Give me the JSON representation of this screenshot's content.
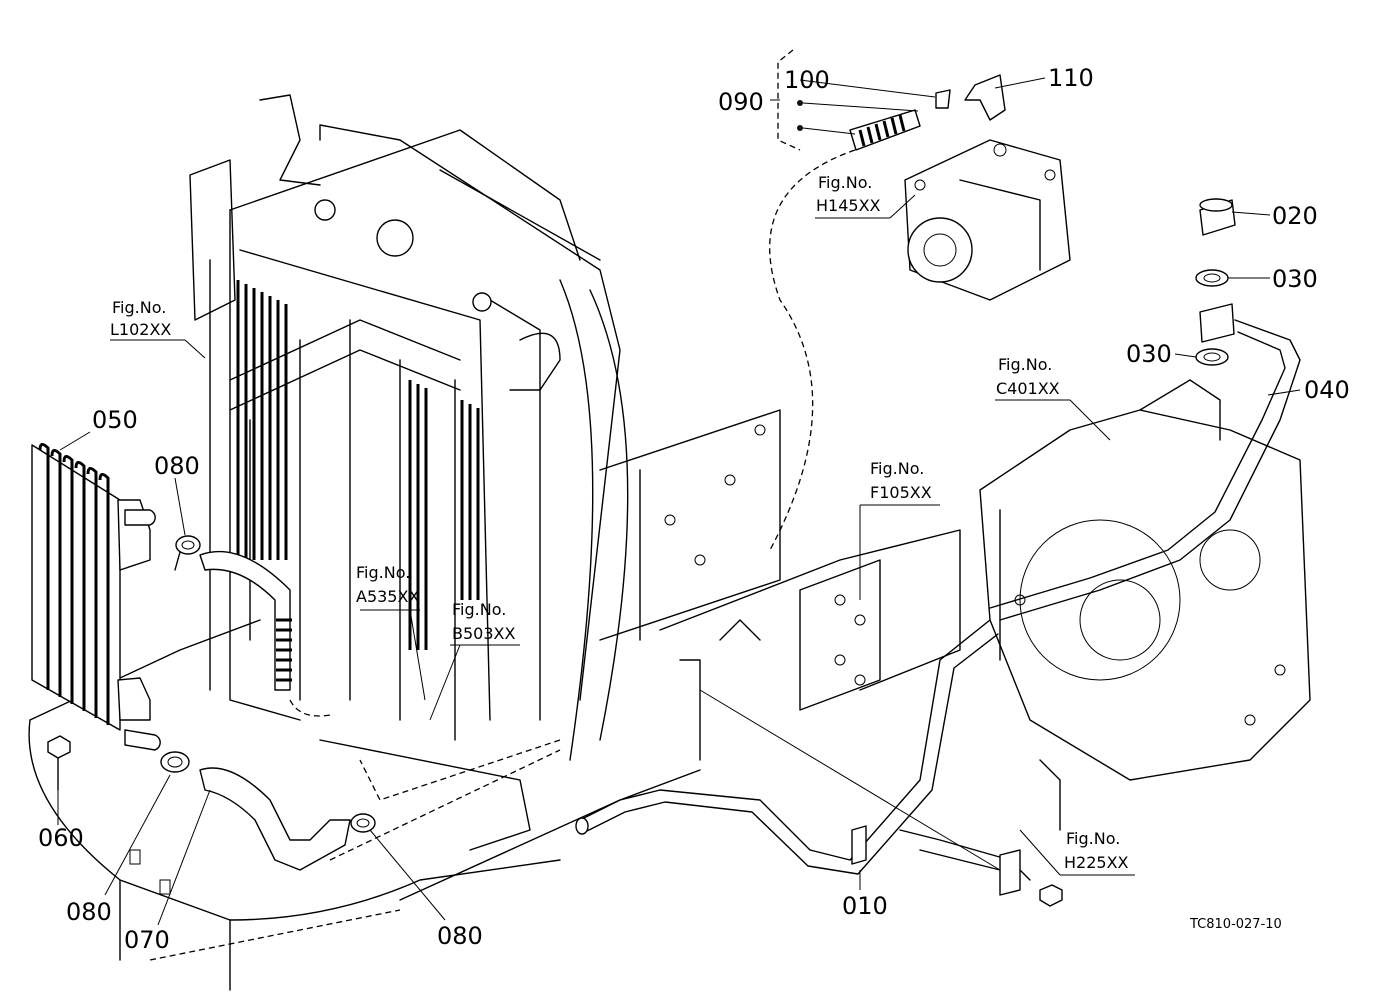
{
  "diagram": {
    "drawing_code": "TC810-027-10",
    "part_labels": {
      "p010": "010",
      "p020": "020",
      "p030a": "030",
      "p030b": "030",
      "p040": "040",
      "p050": "050",
      "p060": "060",
      "p070": "070",
      "p080a": "080",
      "p080b": "080",
      "p080c": "080",
      "p090": "090",
      "p100": "100",
      "p110": "110"
    },
    "figure_refs": {
      "h145": {
        "top": "Fig.No.",
        "code": "H145XX"
      },
      "l102": {
        "top": "Fig.No.",
        "code": "L102XX"
      },
      "c401": {
        "top": "Fig.No.",
        "code": "C401XX"
      },
      "f105": {
        "top": "Fig.No.",
        "code": "F105XX"
      },
      "a535": {
        "top": "Fig.No.",
        "code": "A535XX"
      },
      "b503": {
        "top": "Fig.No.",
        "code": "B503XX"
      },
      "h225": {
        "top": "Fig.No.",
        "code": "H225XX"
      }
    }
  }
}
